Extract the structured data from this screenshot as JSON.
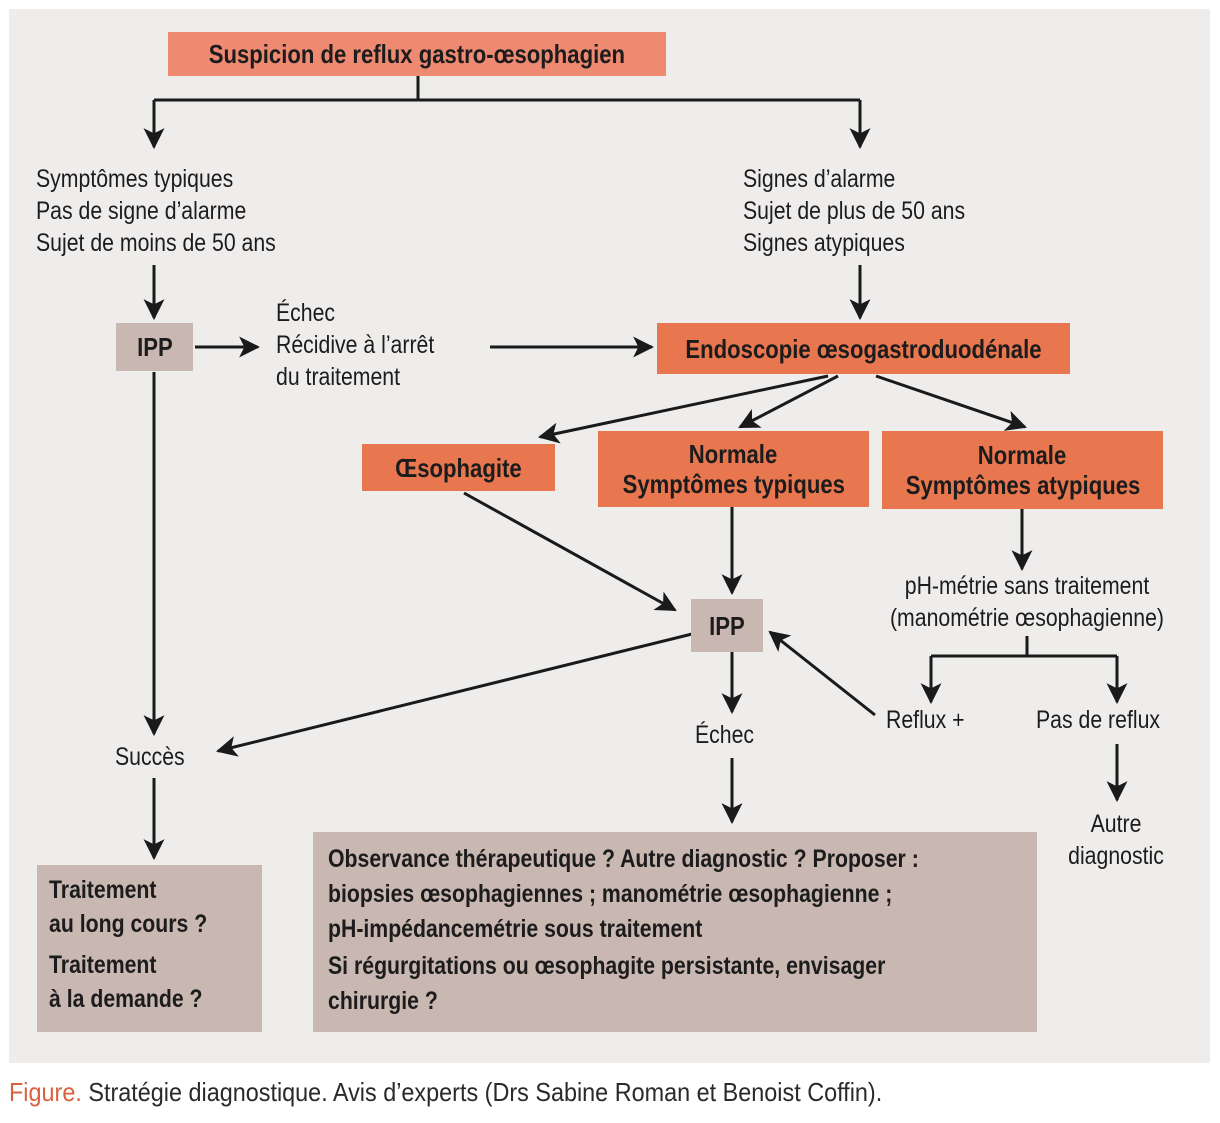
{
  "nodes": {
    "suspicion": "Suspicion de reflux gastro-œsophagien",
    "left_criteria": [
      "Symptômes typiques",
      "Pas de signe d’alarme",
      "Sujet de moins de 50 ans"
    ],
    "right_criteria": [
      "Signes d’alarme",
      "Sujet de plus de 50 ans",
      "Signes atypiques"
    ],
    "ipp_1": "IPP",
    "echec_1": [
      "Échec",
      "Récidive à l’arrêt",
      "du traitement"
    ],
    "endoscopie": "Endoscopie œsogastroduodénale",
    "oesophagite": "Œsophagite",
    "normale_typiques": [
      "Normale",
      "Symptômes typiques"
    ],
    "normale_atypiques": [
      "Normale",
      "Symptômes atypiques"
    ],
    "phmetrie": [
      "pH-métrie sans traitement",
      "(manométrie œsophagienne)"
    ],
    "ipp_2": "IPP",
    "reflux_plus": "Reflux +",
    "pas_de_reflux": "Pas de reflux",
    "autre_diagnostic": [
      "Autre",
      "diagnostic"
    ],
    "succes": "Succès",
    "echec_2": "Échec",
    "traitement_box": [
      "Traitement",
      "au long cours ?",
      "Traitement",
      "à la demande ?"
    ],
    "observance_box": [
      "Observance thérapeutique ? Autre diagnostic ? Proposer :",
      "biopsies œsophagiennes ; manométrie œsophagienne ;",
      "pH-impédancemétrie sous traitement",
      "Si régurgitations ou œsophagite persistante, envisager",
      "chirurgie ?"
    ]
  },
  "caption": {
    "label": "Figure.",
    "text": " Stratégie diagnostique. Avis d’experts (Drs Sabine Roman et Benoist Coffin)."
  },
  "colors": {
    "background": "#efedec",
    "salmon_box": "#ef8a72",
    "orange_box": "#e8764f",
    "taupe_box": "#c9b8b1",
    "caption_label": "#d9623e"
  }
}
